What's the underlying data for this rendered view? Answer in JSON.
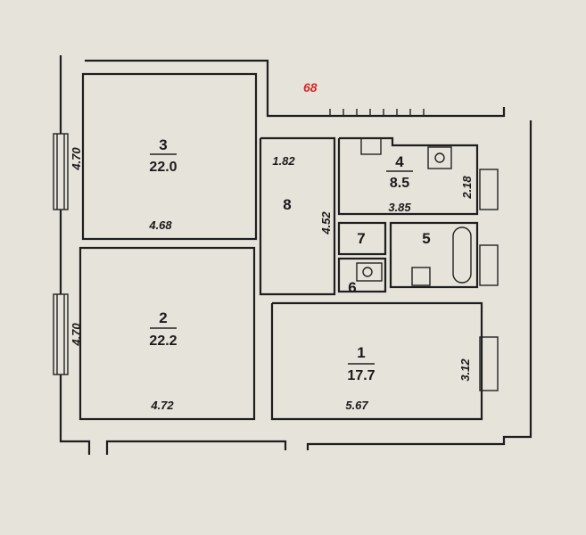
{
  "building_number": "68",
  "rooms": [
    {
      "number": "1",
      "area": "17.7",
      "width": "5.67",
      "length": "3.12"
    },
    {
      "number": "2",
      "area": "22.2",
      "width": "4.72",
      "length": "4.70"
    },
    {
      "number": "3",
      "area": "22.0",
      "width": "4.68",
      "length": "4.70"
    },
    {
      "number": "4",
      "area": "8.5",
      "width": "3.85",
      "length": "2.18"
    },
    {
      "number": "5"
    },
    {
      "number": "6"
    },
    {
      "number": "7"
    },
    {
      "number": "8",
      "width": "1.82",
      "length": "4.52"
    }
  ]
}
